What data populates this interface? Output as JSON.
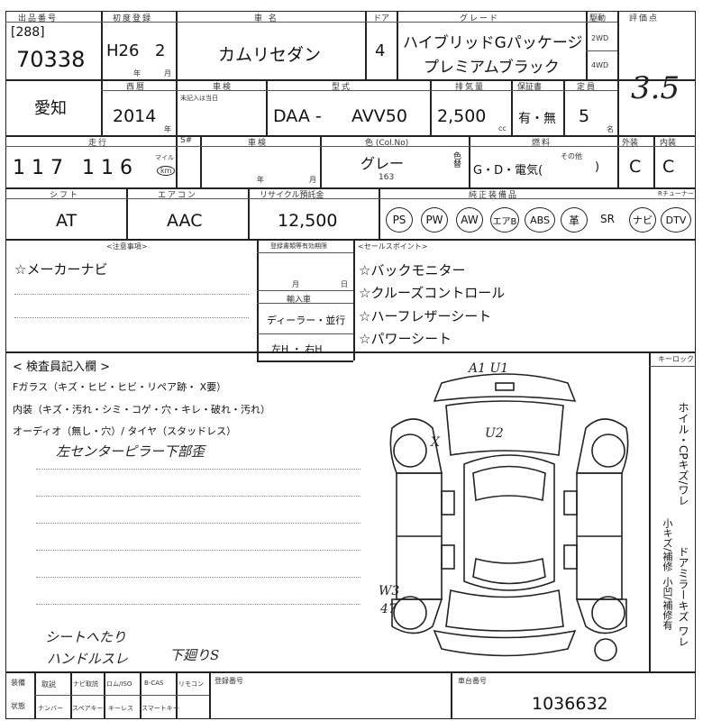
{
  "header": {
    "label_auction_no": "出品番号",
    "lot_box": "[288]",
    "lot_no": "70338",
    "label_first_reg": "初度登録",
    "first_reg_era": "H26",
    "first_reg_month": "2",
    "label_year_unit": "年",
    "label_month_unit": "月",
    "label_car_name": "車 名",
    "car_name": "カムリセダン",
    "label_doors": "ドア",
    "doors": "4",
    "label_grade": "グレード",
    "grade_line1": "ハイブリッドGパッケージ",
    "grade_line2": "プレミアムブラック",
    "label_drive": "駆動",
    "drive_2wd": "2WD",
    "drive_4wd": "4WD",
    "label_score": "評価点",
    "score": "3.5"
  },
  "row2": {
    "region": "愛知",
    "label_year": "西暦",
    "year": "2014",
    "label_year_suffix": "年",
    "label_inspection": "車検",
    "inspection_note": "未記入は当日",
    "label_model": "型式",
    "model_prefix": "DAA -",
    "model_code": "AVV50",
    "label_displacement": "排気量",
    "displacement": "2,500",
    "unit_cc": "cc",
    "label_warranty": "保証書",
    "warranty": "有・無",
    "label_capacity": "定員",
    "capacity": "5",
    "unit_persons": "名"
  },
  "row3": {
    "label_mileage": "走行",
    "mileage": "117 116",
    "unit_mile": "マイル",
    "unit_km": "km",
    "label_s": "S#",
    "label_history": "車検",
    "label_year_unit": "年",
    "label_month_unit": "月",
    "label_color": "色 (Col.No)",
    "color": "グレー",
    "color_no": "163",
    "label_color_change": "色替",
    "label_fuel": "燃料",
    "fuel_options": "G・D・電気(",
    "fuel_other": "その他",
    "fuel_close": ")",
    "label_exterior": "外装",
    "exterior": "C",
    "label_interior": "内装",
    "interior": "C"
  },
  "row4": {
    "label_shift": "シフト",
    "shift": "AT",
    "label_aircon": "エアコン",
    "aircon": "AAC",
    "label_recycle": "リサイクル預託金",
    "recycle": "12,500",
    "label_equipment": "純正装備品",
    "label_tv": "Rチューナー",
    "equipment": [
      "PS",
      "PW",
      "AW",
      "エアB",
      "ABS",
      "革",
      "SR",
      "ナビ",
      "DTV"
    ]
  },
  "notes": {
    "label_caution": "<注意事項>",
    "caution_item": "☆メーカーナビ",
    "label_registration": "登録書類等有効期限",
    "label_month": "月",
    "label_day": "日",
    "label_import": "輸入車",
    "import_dealer": "ディーラー・並行",
    "import_handle": "左H ・ 右H",
    "label_sales": "<セールスポイント>",
    "sales_points": [
      "☆バックモニター",
      "☆クルーズコントロール",
      "☆ハーフレザーシート",
      "☆パワーシート"
    ]
  },
  "inspector": {
    "label": "< 検査員記入欄 >",
    "windshield": "Fガラス（キズ・ヒビ・ヒビ・リペア跡・ X要）",
    "interior": "内装（キズ・汚れ・シミ・コゲ・穴・キレ・破れ・汚れ）",
    "audio": "オーディオ（無し・穴）/ タイヤ（スタッドレス）",
    "hand_note1": "左センターピラー下部歪",
    "hand_note2": "シートへたり",
    "hand_note3": "ハンドルスレ",
    "hand_note4": "下廻りS",
    "keyless": "キーロック",
    "right_vertical1": "ホイル・CPキズ/ワレ",
    "right_vertical2": "ドアミラーキズ ワレ",
    "right_vertical3": "小キズ/補修",
    "right_vertical4": "小凹/補修有"
  },
  "diagram": {
    "mark_a1u1": "A1 U1",
    "mark_u2": "U2",
    "mark_xx": "X",
    "mark_w3": "W3",
    "mark_47": "47"
  },
  "footer": {
    "label_equip": "装備",
    "label_status": "状態",
    "cols_top": [
      "取説",
      "ナビ取説",
      "ロム/ISO",
      "B-CAS",
      "リモコン"
    ],
    "cols_bottom": [
      "ナンバー",
      "スペアキー",
      "キーレス",
      "スマートキー"
    ],
    "label_reg_no": "登録番号",
    "label_chassis": "車台番号",
    "chassis_no": "1036632"
  }
}
